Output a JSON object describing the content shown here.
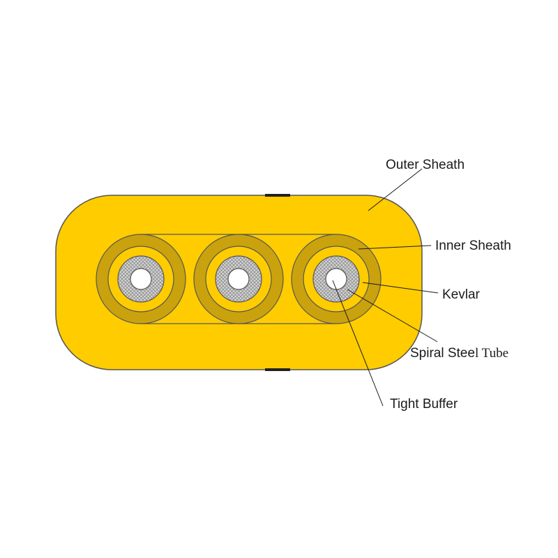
{
  "labels": {
    "outer_sheath": "Outer Sheath",
    "inner_sheath": "Inner Sheath",
    "kevlar": "Kevlar",
    "spiral_steel_a": "Spiral Stee",
    "spiral_steel_b": "l Tube",
    "tight_buffer": "Tight Buffer"
  },
  "colors": {
    "outer_sheath": "#ffcc00",
    "inner_sheath": "#c9a20e",
    "kevlar": "#ffcc00",
    "steel_tube": "#d2d2d2",
    "buffer": "#ffffff",
    "outline": "#555555"
  }
}
